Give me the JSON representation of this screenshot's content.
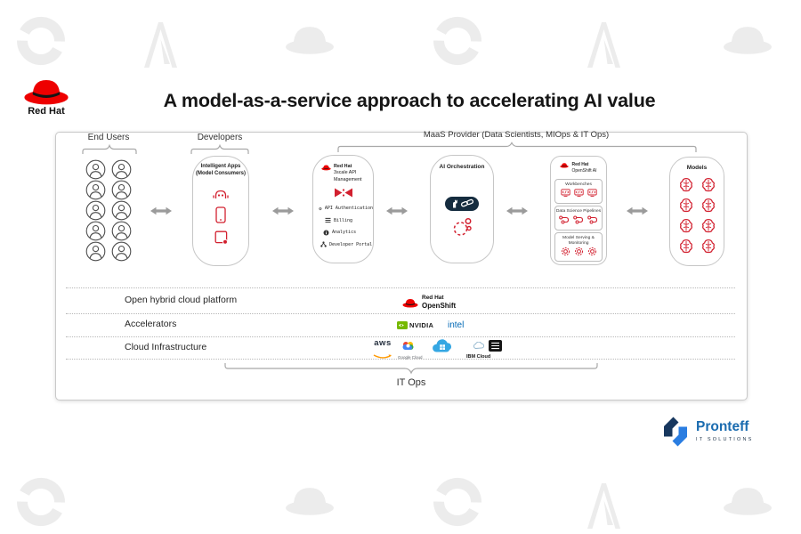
{
  "header": {
    "logo_label": "Red Hat",
    "title": "A model-as-a-service approach to accelerating AI value"
  },
  "groups": {
    "end_users": "End Users",
    "developers": "Developers",
    "maas_provider": "MaaS Provider (Data Scientists, MIOps & IT Ops)",
    "it_ops": "IT Ops"
  },
  "boxes": {
    "intelligent_apps": {
      "title_line1": "Intelligent Apps",
      "title_line2": "(Model Consumers)"
    },
    "api_management": {
      "brand": "Red Hat",
      "product_line1": "3scale API",
      "product_line2": "Management",
      "features": [
        {
          "icon": "gear-icon",
          "label": "API Authentication"
        },
        {
          "icon": "billing-icon",
          "label": "Billing"
        },
        {
          "icon": "analytics-icon",
          "label": "Analytics"
        },
        {
          "icon": "sitemap-icon",
          "label": "Developer Portal"
        }
      ]
    },
    "ai_orchestration": {
      "title": "AI Orchestration"
    },
    "openshift_ai": {
      "brand": "Red Hat",
      "product": "OpenShift AI",
      "sections": [
        {
          "icon": "workbench-icon",
          "label": "Workbenches"
        },
        {
          "icon": "pipeline-icon",
          "label": "Data Science Pipelines"
        },
        {
          "icon": "serving-gear-icon",
          "label": "Model Serving & Monitoring"
        }
      ]
    },
    "models": {
      "title": "Models"
    }
  },
  "layers": [
    {
      "label": "Open hybrid cloud platform"
    },
    {
      "label": "Accelerators"
    },
    {
      "label": "Cloud Infrastructure"
    }
  ],
  "logos": {
    "openshift": {
      "line1": "Red Hat",
      "line2": "OpenShift"
    },
    "nvidia": "NVIDIA",
    "intel": "intel",
    "aws": "aws",
    "google_cloud": "Google Cloud",
    "ibm_cloud": "IBM Cloud"
  },
  "footer": {
    "partner_name": "Pronteff",
    "partner_tagline": "IT SOLUTIONS"
  },
  "colors": {
    "redhat_red": "#ee0000",
    "diagram_red": "#d2202f",
    "arrow_gray": "#9b9b9b",
    "badge_navy": "#152c3f",
    "nvidia_green": "#76b900",
    "intel_blue": "#0068b5",
    "aws_orange": "#ff9900",
    "azure_blue": "#35a7e3",
    "pronteff_blue": "#2a7de1",
    "pronteff_navy": "#17375e"
  }
}
